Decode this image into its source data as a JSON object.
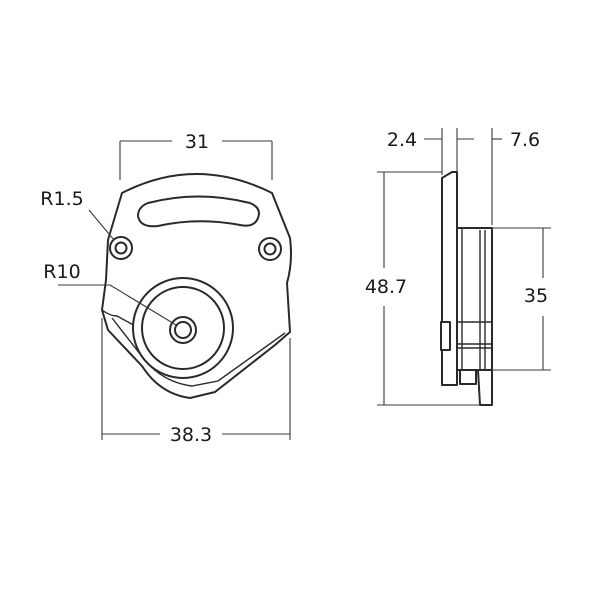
{
  "dimensions": {
    "front_top_width": "31",
    "front_bottom_width": "38.3",
    "hole_radius": "R1.5",
    "hub_radius": "R10",
    "side_thickness_left": "2.4",
    "side_thickness_right": "7.6",
    "side_total_height": "48.7",
    "side_body_height": "35"
  }
}
